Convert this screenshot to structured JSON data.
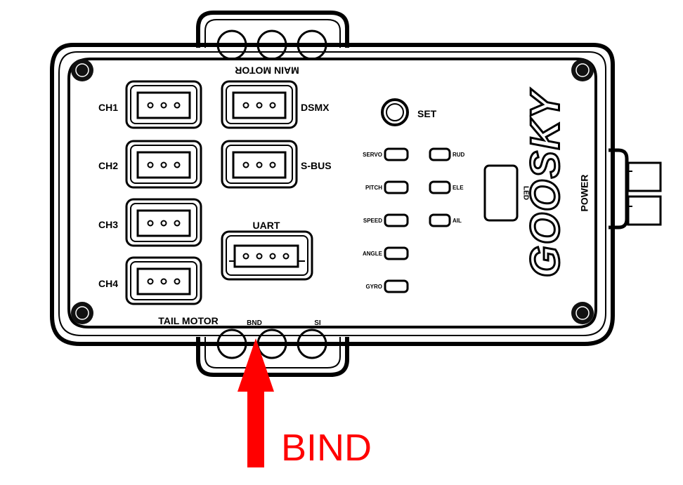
{
  "device": {
    "brand": "GOOSKY",
    "top_header": "MAIN MOTOR",
    "bottom_header": "TAIL MOTOR",
    "connectors": {
      "ch1": "CH1",
      "ch2": "CH2",
      "ch3": "CH3",
      "ch4": "CH4",
      "dsmx": "DSMX",
      "sbus": "S-BUS",
      "uart": "UART"
    },
    "set_button": "SET",
    "leds_left": [
      "SERVO",
      "PITCH",
      "SPEED",
      "ANGLE",
      "GYRO"
    ],
    "leds_right": [
      "RUD",
      "ELE",
      "AIL"
    ],
    "led_window": "LED",
    "power": "POWER",
    "bottom_ports": [
      "BND",
      "SI"
    ]
  },
  "annotation": {
    "label": "BIND",
    "color": "#ff0000"
  }
}
